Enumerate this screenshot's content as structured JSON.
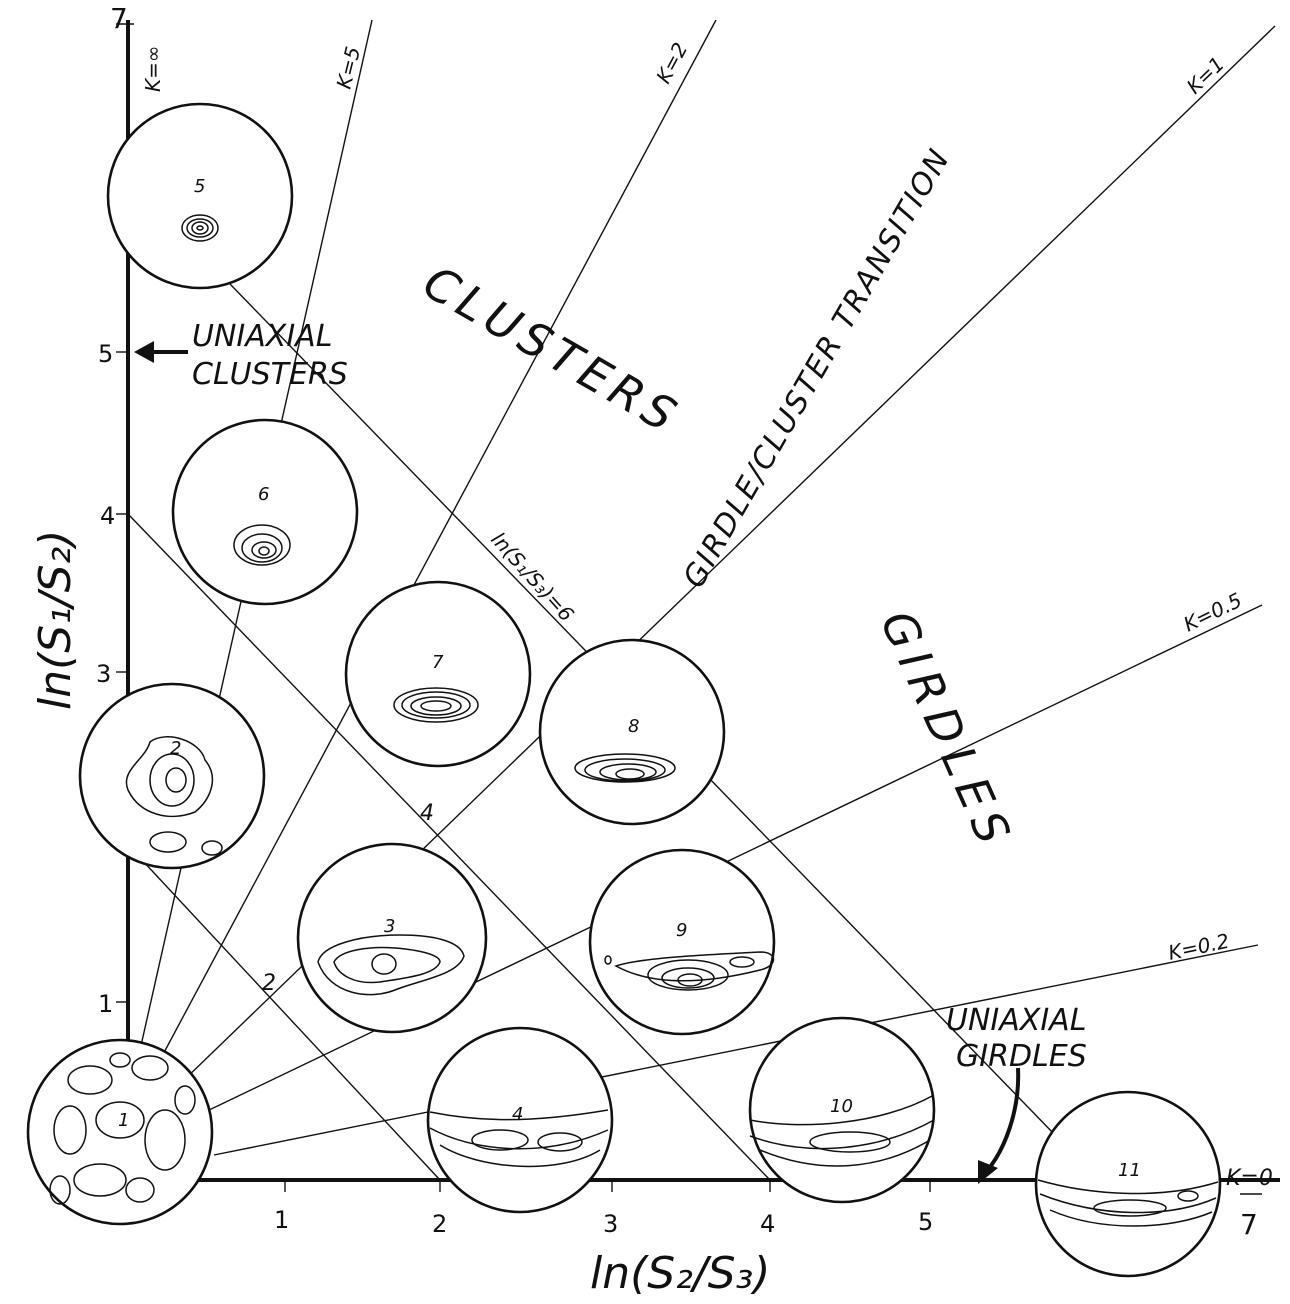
{
  "labels": {
    "y_axis": "ln(S₁/S₂)",
    "x_axis": "ln(S₂/S₃)",
    "region_clusters": "CLUSTERS",
    "region_girdles": "GIRDLES",
    "transition": "GIRDLE/CLUSTER TRANSITION",
    "uniaxial_clusters_1": "UNIAXIAL",
    "uniaxial_clusters_2": "CLUSTERS",
    "uniaxial_girdles_1": "UNIAXIAL",
    "uniaxial_girdles_2": "GIRDLES",
    "contour_label": "ln(S₁/S₃)=6"
  },
  "ticks": {
    "y": [
      "1",
      "3",
      "4",
      "5",
      "7"
    ],
    "x": [
      "1",
      "2",
      "3",
      "4",
      "5",
      "7"
    ]
  },
  "k_lines": [
    "K=∞",
    "K=5",
    "K=2",
    "K=1",
    "K=0.5",
    "K=0.2",
    "K=0"
  ],
  "diagonal_labels": [
    "2",
    "4"
  ],
  "stereonets": [
    "1",
    "2",
    "3",
    "4",
    "5",
    "6",
    "7",
    "8",
    "9",
    "10",
    "11"
  ]
}
